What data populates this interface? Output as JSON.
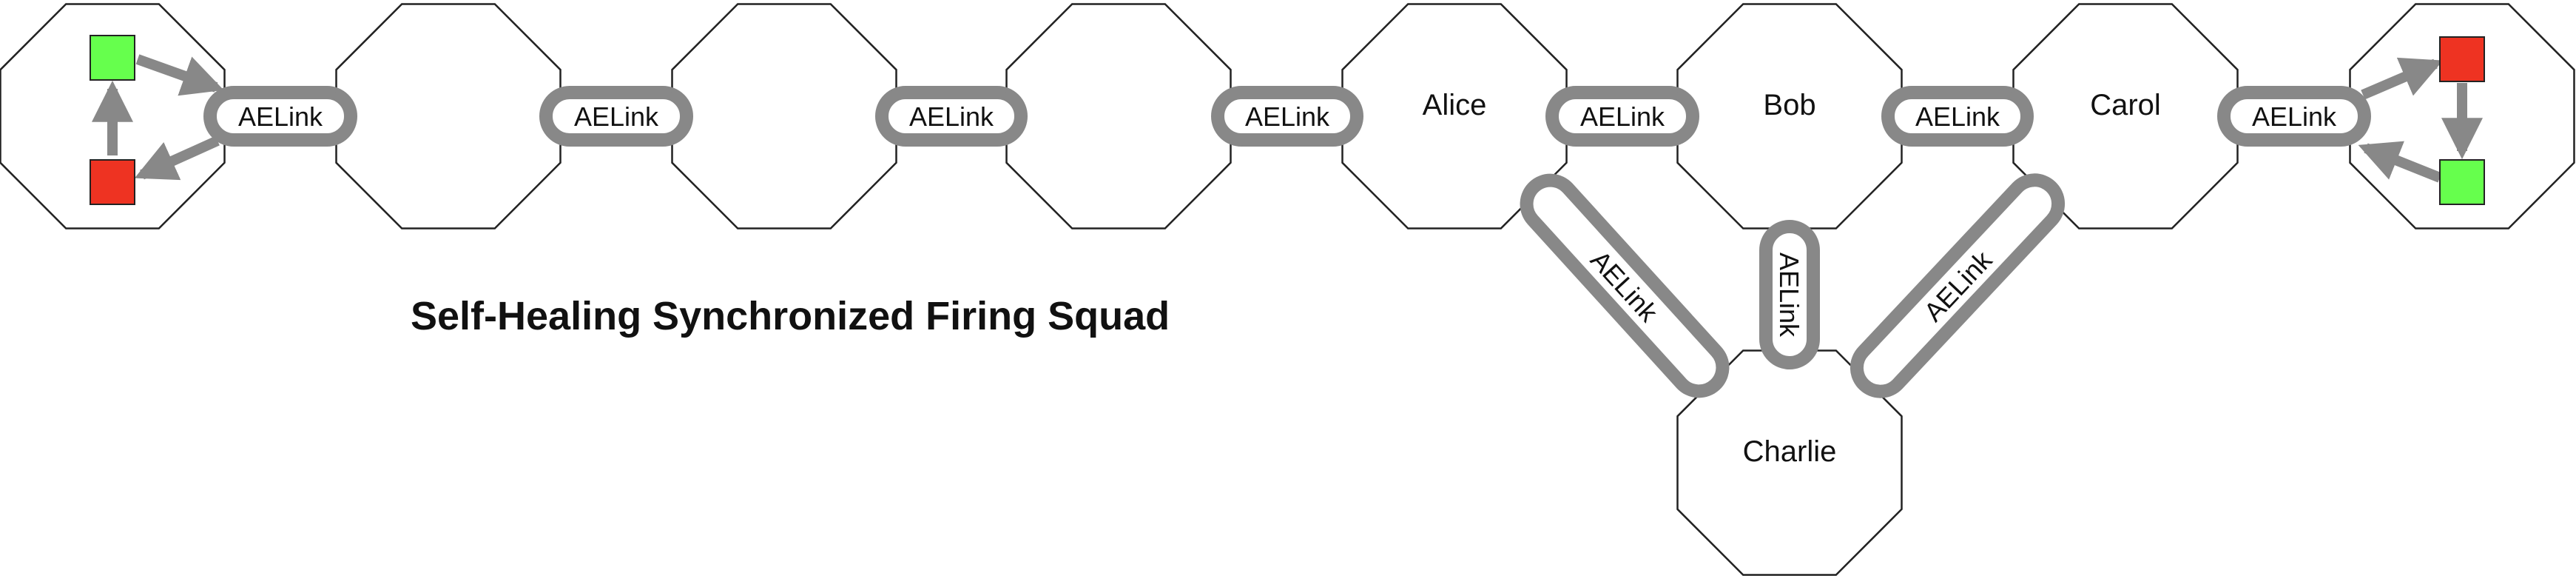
{
  "title": "Self-Healing Synchronized Firing Squad",
  "link_label": "AELink",
  "cells": [
    {
      "id": "left-end",
      "label": ""
    },
    {
      "id": "cell-2",
      "label": ""
    },
    {
      "id": "cell-3",
      "label": ""
    },
    {
      "id": "cell-4",
      "label": ""
    },
    {
      "id": "alice",
      "label": "Alice"
    },
    {
      "id": "bob",
      "label": "Bob"
    },
    {
      "id": "carol",
      "label": "Carol"
    },
    {
      "id": "right-end",
      "label": ""
    },
    {
      "id": "charlie",
      "label": "Charlie"
    }
  ],
  "colors": {
    "link": "#888888",
    "outline": "#222222",
    "token_green": "#66ff4d",
    "token_red": "#ee3322"
  }
}
